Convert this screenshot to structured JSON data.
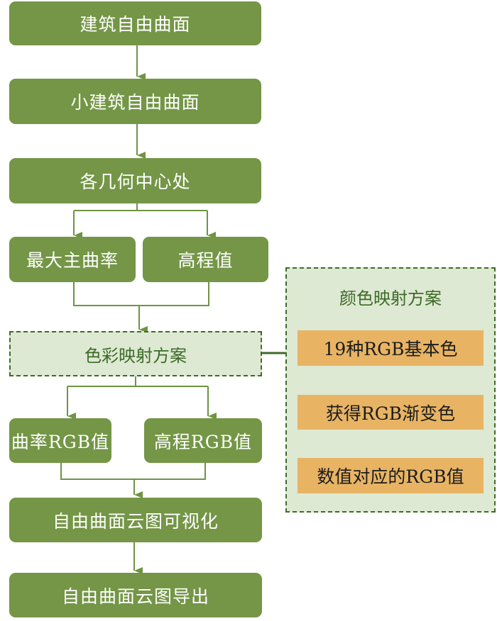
{
  "flow": {
    "step1": "建筑自由曲面",
    "step2": "小建筑自由曲面",
    "step3": "各几何中心处",
    "branch_curvature": "最大主曲率",
    "branch_elevation": "高程值",
    "color_mapping": "色彩映射方案",
    "rgb_curvature": "曲率RGB值",
    "rgb_elevation": "高程RGB值",
    "visualize": "自由曲面云图可视化",
    "export": "自由曲面云图导出"
  },
  "side_panel": {
    "title": "颜色映射方案",
    "steps": [
      "19种RGB基本色",
      "获得RGB渐变色",
      "数值对应的RGB值"
    ]
  },
  "colors": {
    "box_green": "#749646",
    "panel_bg": "#dde9d2",
    "dash_border": "#3f6a2b",
    "orange": "#e8b464",
    "arrow": "#6e9444"
  }
}
